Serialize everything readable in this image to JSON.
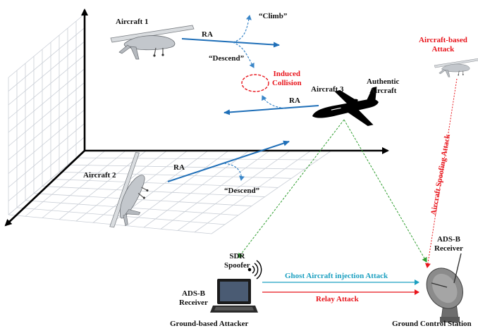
{
  "aircraft": {
    "a1": "Aircraft 1",
    "a2": "Aircraft 2",
    "a3": "Aircraft 3",
    "authentic_line1": "Authentic",
    "authentic_line2": "Aircraft",
    "attacker_line1": "Aircraft-based",
    "attacker_line2": "Attack"
  },
  "maneuvers": {
    "ra": "RA",
    "climb": "“Climb”",
    "descend": "“Descend”",
    "induced_line1": "Induced",
    "induced_line2": "Collision"
  },
  "attacks": {
    "spoofing": "Aircraft Spoofing Attack",
    "ghost": "Ghost Aircraft injection Attack",
    "relay": "Relay Attack"
  },
  "ground": {
    "sdr_line1": "SDR",
    "sdr_line2": "Spoofer",
    "adsb_line1": "ADS-B",
    "adsb_line2": "Receiver",
    "attacker": "Ground-based Attacker",
    "station": "Ground Control Station"
  },
  "colors": {
    "red": "#e8141b",
    "blue_arrow": "#1f6fb8",
    "cyan_attack": "#1a9fc0",
    "green_signal": "#2f9e2f"
  }
}
